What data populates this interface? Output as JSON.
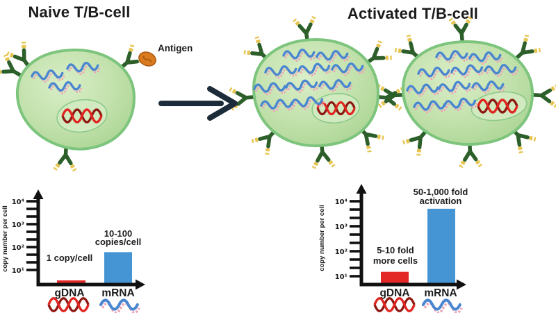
{
  "figure": {
    "naive_title": "Naive T/B-cell",
    "activated_title": "Activated T/B-cell",
    "antigen_label": "Antigen",
    "naive_cell": {
      "receptor_count": 4,
      "mrna_strand_count": 3,
      "antigen_bound": true
    },
    "activated_cells": [
      {
        "receptor_count": 8,
        "mrna_strand_count": 10
      },
      {
        "receptor_count": 8,
        "mrna_strand_count": 10
      }
    ]
  },
  "colors": {
    "cell_fill": "#bfe0aa",
    "cell_border": "#7dc47d",
    "nucleus_fill": "#d2eabf",
    "nucleus_border": "#8cc98a",
    "receptor_green": "#2d5f2a",
    "receptor_tip_yellow": "#e8c551",
    "antigen_orange": "#d97b1e",
    "mrna_blue": "#4a86d0",
    "mrna_pink": "#efa4b8",
    "dna_red": "#e0241f",
    "dna_dark_red": "#8e1812",
    "arrow_navy": "#1d2c3a",
    "bar_red": "#e32726",
    "bar_blue": "#4595d5",
    "axis_black": "#111111"
  },
  "chart_data": [
    {
      "type": "bar",
      "panel": "naive",
      "categories": [
        "gDNA",
        "mRNA"
      ],
      "values": [
        1,
        60
      ],
      "yscale": "log",
      "ylim": [
        1,
        10000
      ],
      "yticks": [
        "10¹",
        "10²",
        "10³",
        "10⁴"
      ],
      "ylabel": "copy number per cell",
      "annotations": [
        [
          "1 copy/cell"
        ],
        [
          "10-100",
          "copies/cell"
        ]
      ],
      "bar_colors": [
        "#e32726",
        "#4595d5"
      ],
      "x_icons": [
        "gdna-helix-icon",
        "mrna-strand-icon"
      ],
      "grid": false,
      "legend": false
    },
    {
      "type": "bar",
      "panel": "activated",
      "categories": [
        "gDNA",
        "mRNA"
      ],
      "values": [
        15,
        5000
      ],
      "yscale": "log",
      "ylim": [
        1,
        10000
      ],
      "yticks": [
        "10¹",
        "10²",
        "10³",
        "10⁴"
      ],
      "ylabel": "copy number per cell",
      "annotations": [
        [
          "5-10 fold",
          "more cells"
        ],
        [
          "50-1,000 fold",
          "activation"
        ]
      ],
      "bar_colors": [
        "#e32726",
        "#4595d5"
      ],
      "x_icons": [
        "gdna-helix-icon",
        "mrna-strand-icon"
      ],
      "grid": false,
      "legend": false
    }
  ]
}
